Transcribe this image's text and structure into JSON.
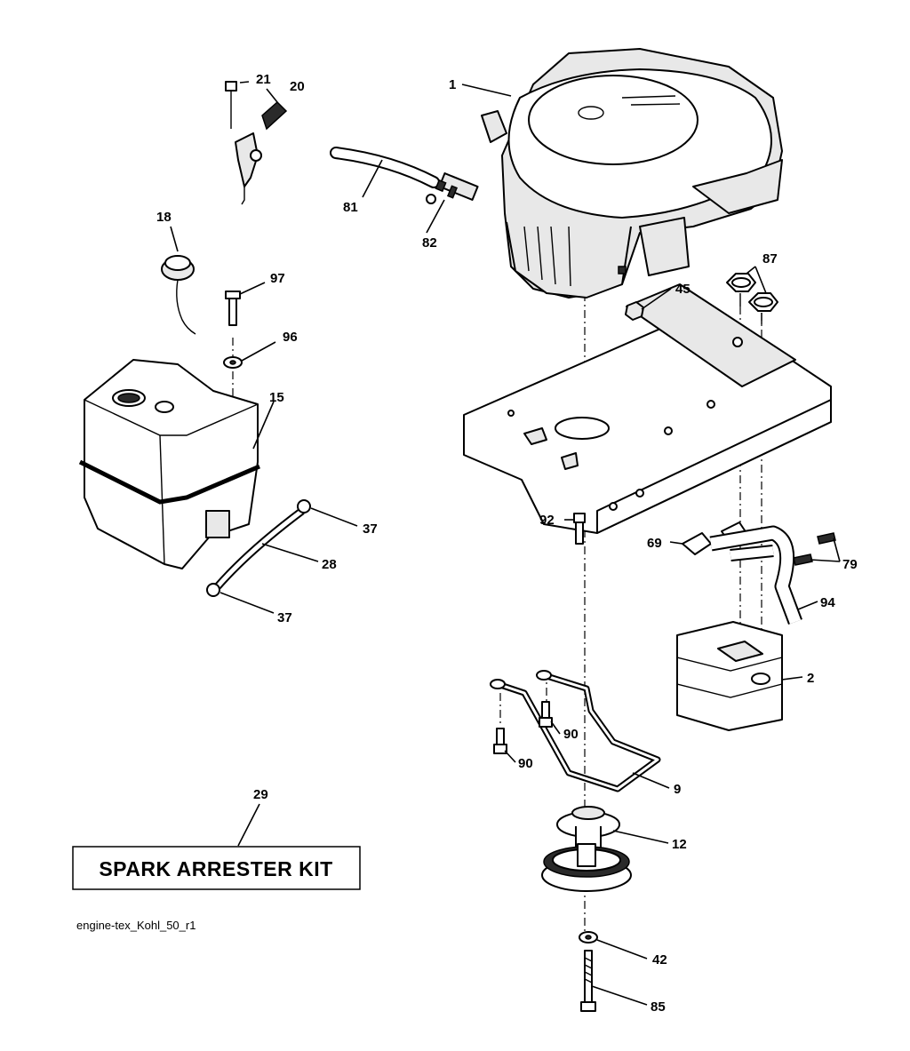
{
  "callouts": {
    "c1": "1",
    "c2": "2",
    "c9": "9",
    "c12": "12",
    "c15": "15",
    "c18": "18",
    "c20": "20",
    "c21": "21",
    "c28": "28",
    "c29": "29",
    "c37a": "37",
    "c37b": "37",
    "c42": "42",
    "c45": "45",
    "c69": "69",
    "c79": "79",
    "c81": "81",
    "c82": "82",
    "c85": "85",
    "c87": "87",
    "c90a": "90",
    "c90b": "90",
    "c92": "92",
    "c94": "94",
    "c96": "96",
    "c97": "97"
  },
  "kit_label": "SPARK ARRESTER KIT",
  "caption": "engine-tex_Kohl_50_r1"
}
